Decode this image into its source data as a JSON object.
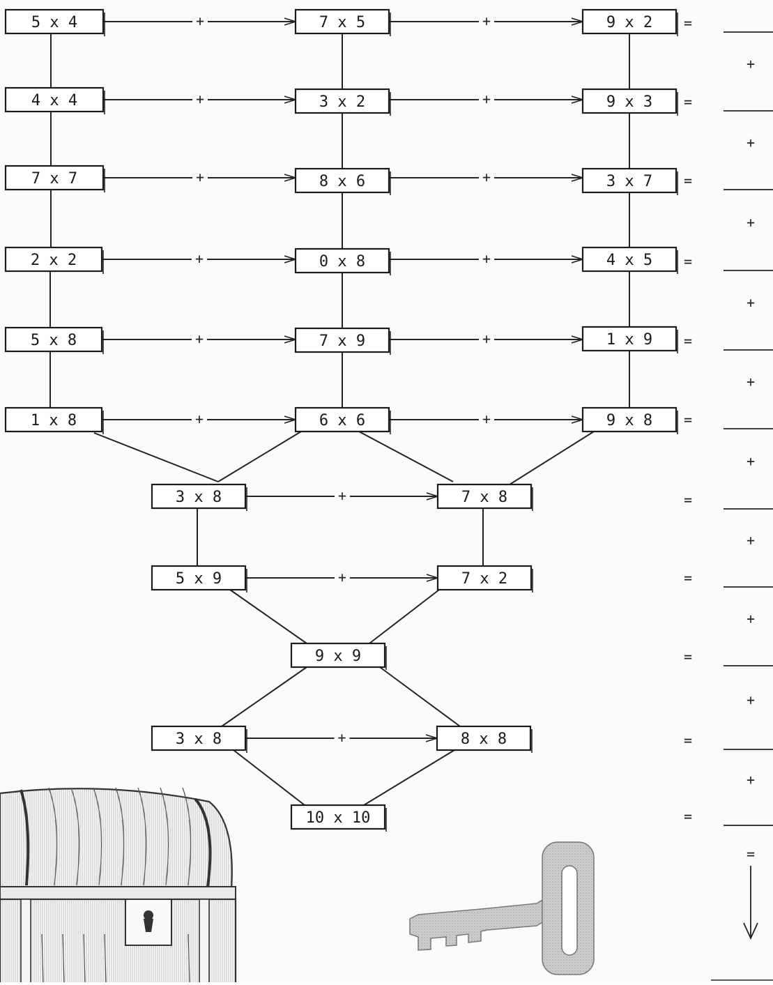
{
  "worksheet": {
    "problems": [
      {
        "id": "r1c1",
        "text": "5 x 4"
      },
      {
        "id": "r1c2",
        "text": "7 x 5"
      },
      {
        "id": "r1c3",
        "text": "9 x 2"
      },
      {
        "id": "r2c1",
        "text": "4 x 4"
      },
      {
        "id": "r2c2",
        "text": "3 x 2"
      },
      {
        "id": "r2c3",
        "text": "9 x 3"
      },
      {
        "id": "r3c1",
        "text": "7 x 7"
      },
      {
        "id": "r3c2",
        "text": "8 x 6"
      },
      {
        "id": "r3c3",
        "text": "3 x 7"
      },
      {
        "id": "r4c1",
        "text": "2 x 2"
      },
      {
        "id": "r4c2",
        "text": "0 x 8"
      },
      {
        "id": "r4c3",
        "text": "4 x 5"
      },
      {
        "id": "r5c1",
        "text": "5 x 8"
      },
      {
        "id": "r5c2",
        "text": "7 x 9"
      },
      {
        "id": "r5c3",
        "text": "1 x 9"
      },
      {
        "id": "r6c1",
        "text": "1 x 8"
      },
      {
        "id": "r6c2",
        "text": "6 x 6"
      },
      {
        "id": "r6c3",
        "text": "9 x 8"
      },
      {
        "id": "r7c1",
        "text": "3 x 8"
      },
      {
        "id": "r7c2",
        "text": "7 x 8"
      },
      {
        "id": "r8c1",
        "text": "5 x 9"
      },
      {
        "id": "r8c2",
        "text": "7 x 2"
      },
      {
        "id": "r9",
        "text": "9 x 9"
      },
      {
        "id": "r10c1",
        "text": "3 x 8"
      },
      {
        "id": "r10c2",
        "text": "8 x 8"
      },
      {
        "id": "r11",
        "text": "10 x 10"
      }
    ],
    "plus_sign": "+",
    "equals_sign": "=",
    "answer_blanks": 11,
    "illustrations": [
      "treasure-chest",
      "key",
      "down-arrow"
    ]
  }
}
